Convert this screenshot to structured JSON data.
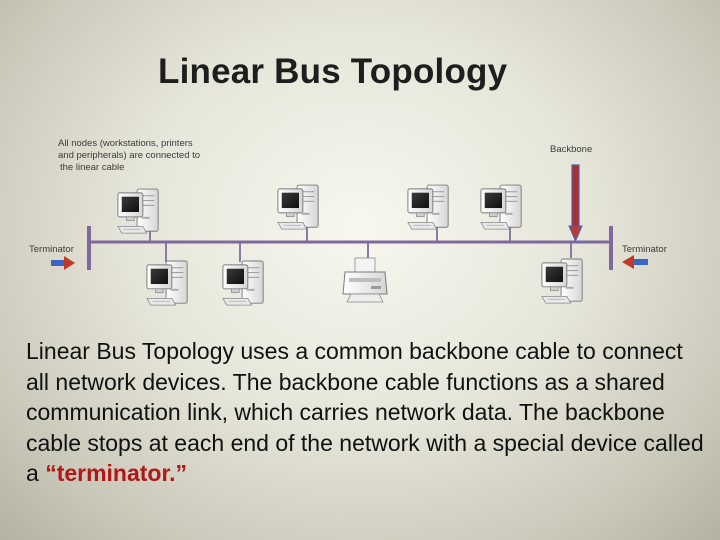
{
  "title": "Linear Bus Topology",
  "diagram": {
    "node_caption": [
      "All nodes (workstations, printers",
      "and peripherals) are connected to",
      "the linear cable"
    ],
    "backbone_label": "Backbone",
    "left_terminator_label": "Terminator",
    "right_terminator_label": "Terminator",
    "cable_color": "#7f689e",
    "arrow_color": "#c0392b",
    "terminator_arrow_color": "#3b64c8",
    "top_nodes": [
      {
        "type": "workstation",
        "icon": "computer-icon"
      },
      {
        "type": "workstation",
        "icon": "computer-icon"
      },
      {
        "type": "workstation",
        "icon": "computer-icon"
      },
      {
        "type": "workstation",
        "icon": "computer-icon"
      }
    ],
    "bottom_nodes": [
      {
        "type": "workstation",
        "icon": "computer-icon"
      },
      {
        "type": "workstation",
        "icon": "computer-icon"
      },
      {
        "type": "printer",
        "icon": "printer-icon"
      },
      {
        "type": "workstation",
        "icon": "computer-icon"
      }
    ]
  },
  "description": {
    "text": "Linear Bus Topology uses a common backbone cable to connect all network devices.  The backbone cable functions as a shared communication link, which carries network data.  The backbone cable stops at each end of the network with a special device called a ",
    "highlight": "“terminator.”",
    "highlight_color": "#b01818"
  }
}
